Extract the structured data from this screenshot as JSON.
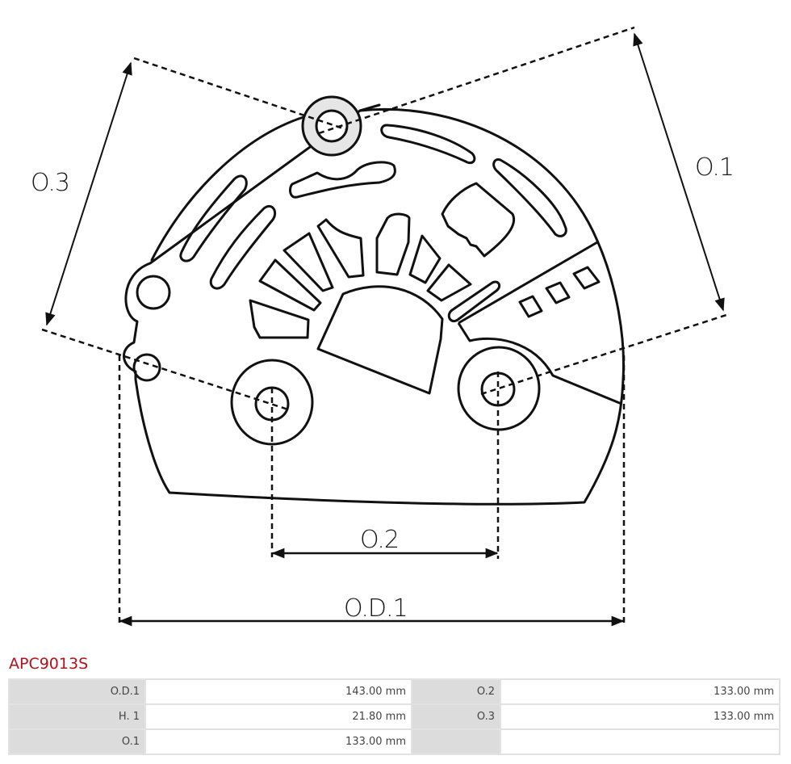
{
  "drawing": {
    "title": "Technical dimension drawing",
    "dimension_labels": {
      "o1": "O.1",
      "o2": "O.2",
      "o3": "O.3",
      "od1": "O.D.1"
    },
    "colors": {
      "line": "#111111",
      "bolt_fill": "#e6e6e6"
    }
  },
  "product": {
    "code": "APC9013S",
    "code_color": "#b3121b"
  },
  "specs": {
    "rows": [
      {
        "left_label": "O.D.1",
        "left_value": "143.00 mm",
        "right_label": "O.2",
        "right_value": "133.00 mm"
      },
      {
        "left_label": "H. 1",
        "left_value": "21.80 mm",
        "right_label": "O.3",
        "right_value": "133.00 mm"
      },
      {
        "left_label": "O.1",
        "left_value": "133.00 mm",
        "right_label": "",
        "right_value": ""
      }
    ]
  }
}
